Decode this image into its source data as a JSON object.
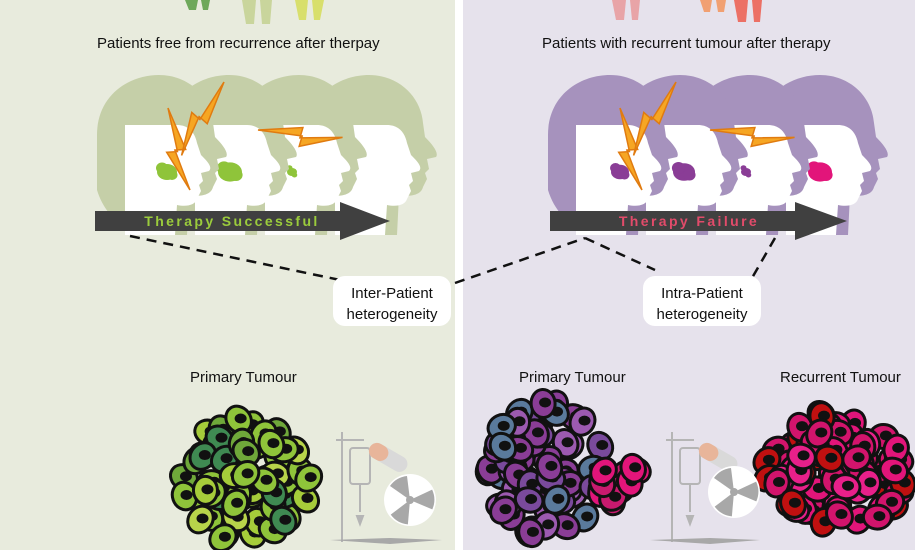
{
  "colors": {
    "left_bg": "#e8ebdd",
    "right_bg": "#e6e2ec",
    "left_head": "#c5cfa8",
    "right_head": "#a692bd",
    "left_tumour": "#8fc43a",
    "right_tumour": "#8a3d96",
    "recurrent_tumour": "#e2157a",
    "bolt": "#f6a623",
    "arrow": "#404040",
    "success_text": "#9bcc3c",
    "failure_text": "#e24b6a"
  },
  "left": {
    "header": "Patients free from recurrence after therpay",
    "arrow_label": "Therapy Successful",
    "primary_label": "Primary Tumour"
  },
  "right": {
    "header": "Patients with recurrent tumour after therapy",
    "arrow_label": "Therapy Failure",
    "primary_label": "Primary Tumour",
    "recurrent_label": "Recurrent Tumour"
  },
  "inter_box": {
    "line1": "Inter-Patient",
    "line2": "heterogeneity"
  },
  "intra_box": {
    "line1": "Intra-Patient",
    "line2": "heterogeneity"
  },
  "icons": [
    "iv-drip-icon",
    "pill-capsule-icon",
    "radiation-icon",
    "scalpel-icon"
  ]
}
